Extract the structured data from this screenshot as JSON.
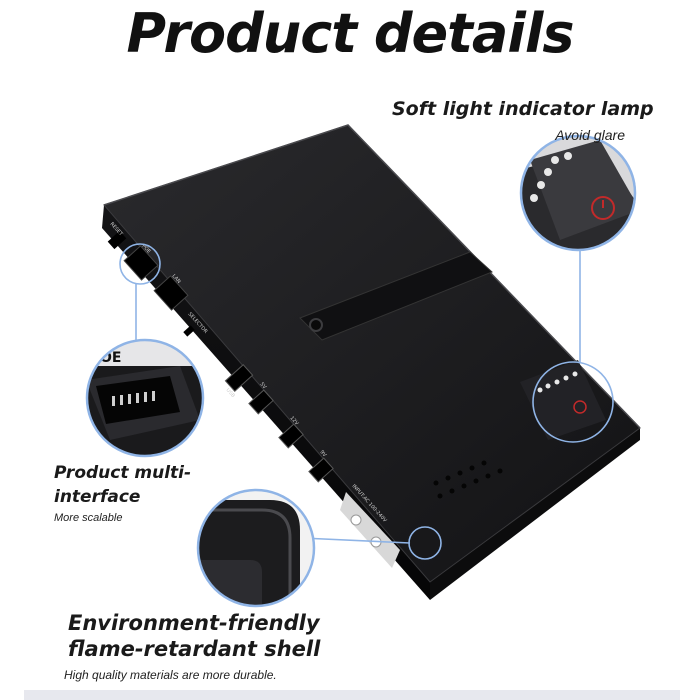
{
  "page": {
    "title": "Product details"
  },
  "features": {
    "indicator": {
      "title": "Soft light indicator lamp",
      "subtitle": "Avoid glare"
    },
    "interface": {
      "title_line1": "Product multi-",
      "title_line2": "interface",
      "subtitle": "More scalable"
    },
    "shell": {
      "title_line1": "Environment-friendly",
      "title_line2": "flame-retardant shell",
      "subtitle": "High quality materials are more durable."
    }
  },
  "device": {
    "port_labels": {
      "reset": "RESET",
      "poe": "POE",
      "lan": "LAN",
      "selector": "SELECTOR",
      "usb": "USB",
      "v5": "5V",
      "v12": "12V",
      "v9": "9V",
      "input": "INPUT:AC 100-240V"
    },
    "zoom_labels": {
      "poe": "OE"
    }
  },
  "colors": {
    "callout_ring": "#8fb4e6",
    "device_body": "#1b1b1d",
    "led": "#e8e8e8",
    "power_button": "#c22a2a"
  }
}
